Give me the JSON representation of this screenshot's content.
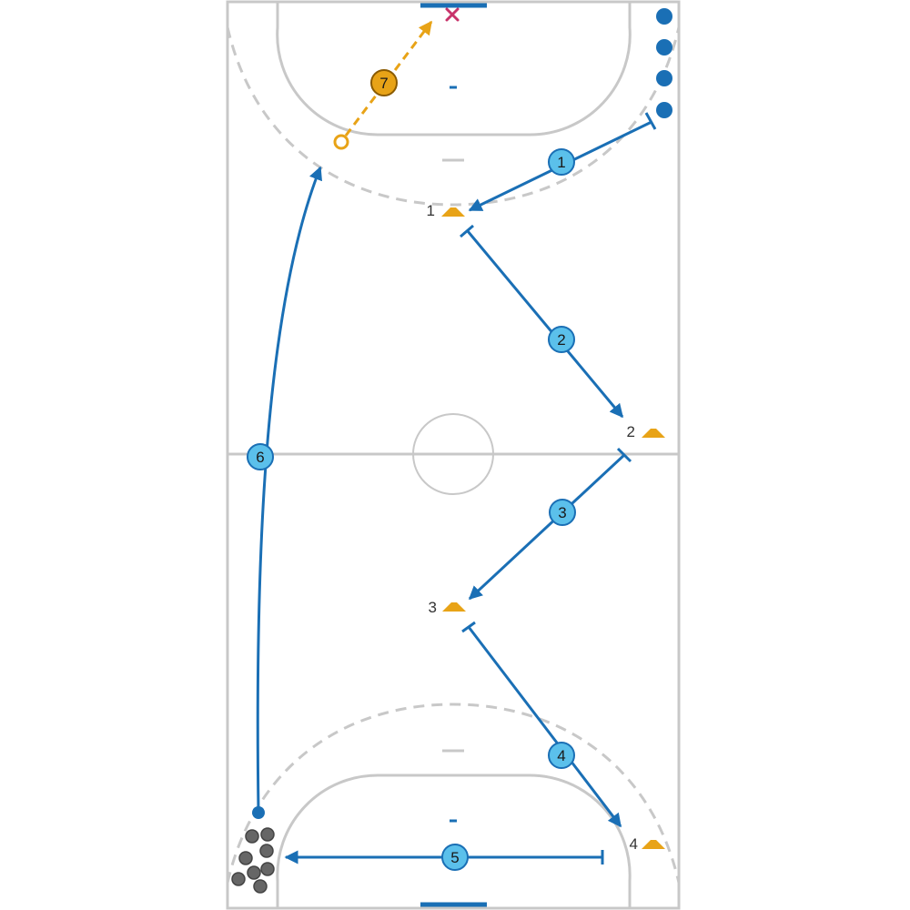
{
  "colors": {
    "court_line": "#c8c8c8",
    "dashed_line": "#c8c8c8",
    "goal": "#1a6fb5",
    "run_arrow": "#1a6fb5",
    "step_circle_fill": "#5bc0eb",
    "step_circle_stroke": "#1a6fb5",
    "shot_arrow": "#e8a317",
    "shot_circle_fill": "#e8a317",
    "cone": "#e8a317",
    "player": "#1a6fb5",
    "target_mark": "#c8336b",
    "ball": "#666666"
  },
  "cones": [
    {
      "label": "1"
    },
    {
      "label": "2"
    },
    {
      "label": "3"
    },
    {
      "label": "4"
    }
  ],
  "steps": [
    {
      "label": "1",
      "kind": "run"
    },
    {
      "label": "2",
      "kind": "run"
    },
    {
      "label": "3",
      "kind": "run"
    },
    {
      "label": "4",
      "kind": "run"
    },
    {
      "label": "5",
      "kind": "run"
    },
    {
      "label": "6",
      "kind": "run"
    },
    {
      "label": "7",
      "kind": "shot"
    }
  ],
  "players_waiting": 4,
  "balls": 8,
  "icons": {
    "cone": "cone-icon",
    "player": "player-icon",
    "ball": "ball-icon",
    "target": "target-x-icon"
  }
}
